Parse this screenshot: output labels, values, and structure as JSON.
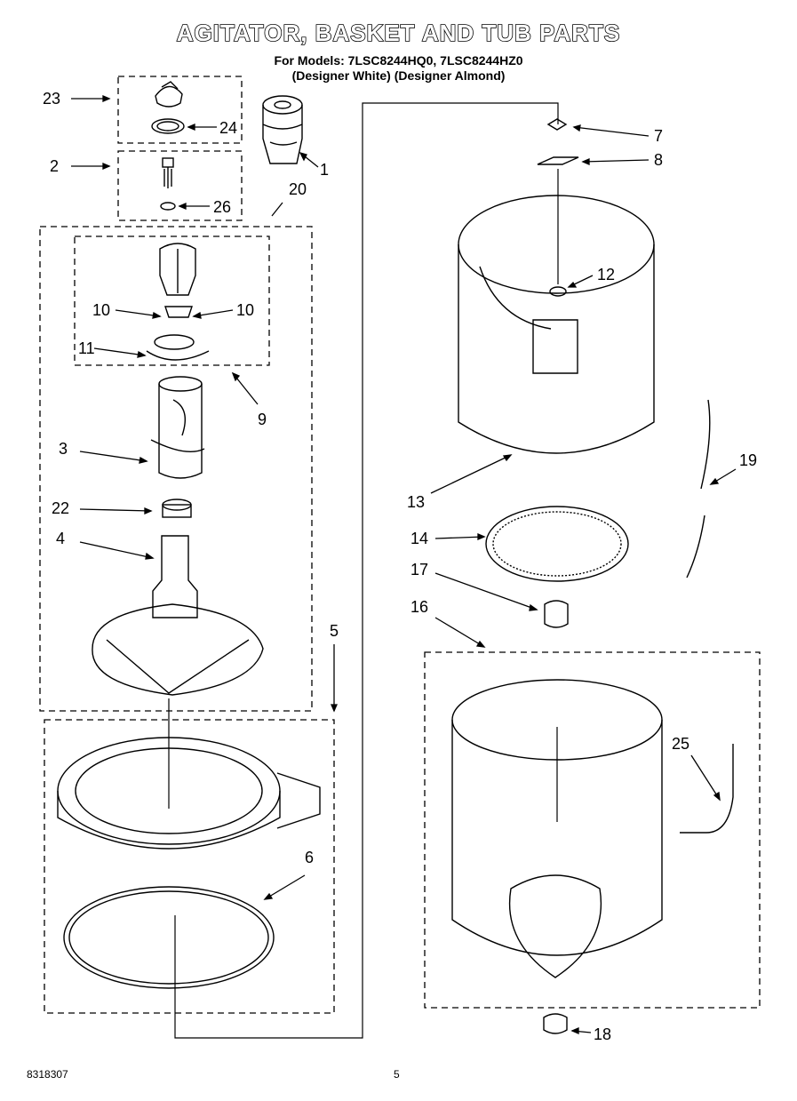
{
  "header": {
    "title": "AGITATOR, BASKET AND TUB PARTS",
    "models_line": "For Models: 7LSC8244HQ0, 7LSC8244HZ0",
    "colors_line": "(Designer White) (Designer Almond)"
  },
  "callouts": {
    "c1": "1",
    "c2": "2",
    "c3": "3",
    "c4": "4",
    "c5": "5",
    "c6": "6",
    "c7": "7",
    "c8": "8",
    "c9": "9",
    "c10a": "10",
    "c10b": "10",
    "c11": "11",
    "c12": "12",
    "c13": "13",
    "c14": "14",
    "c16": "16",
    "c17": "17",
    "c18": "18",
    "c19": "19",
    "c20": "20",
    "c22": "22",
    "c23": "23",
    "c24": "24",
    "c25": "25",
    "c26": "26"
  },
  "footer": {
    "doc_number": "8318307",
    "page_number": "5"
  }
}
